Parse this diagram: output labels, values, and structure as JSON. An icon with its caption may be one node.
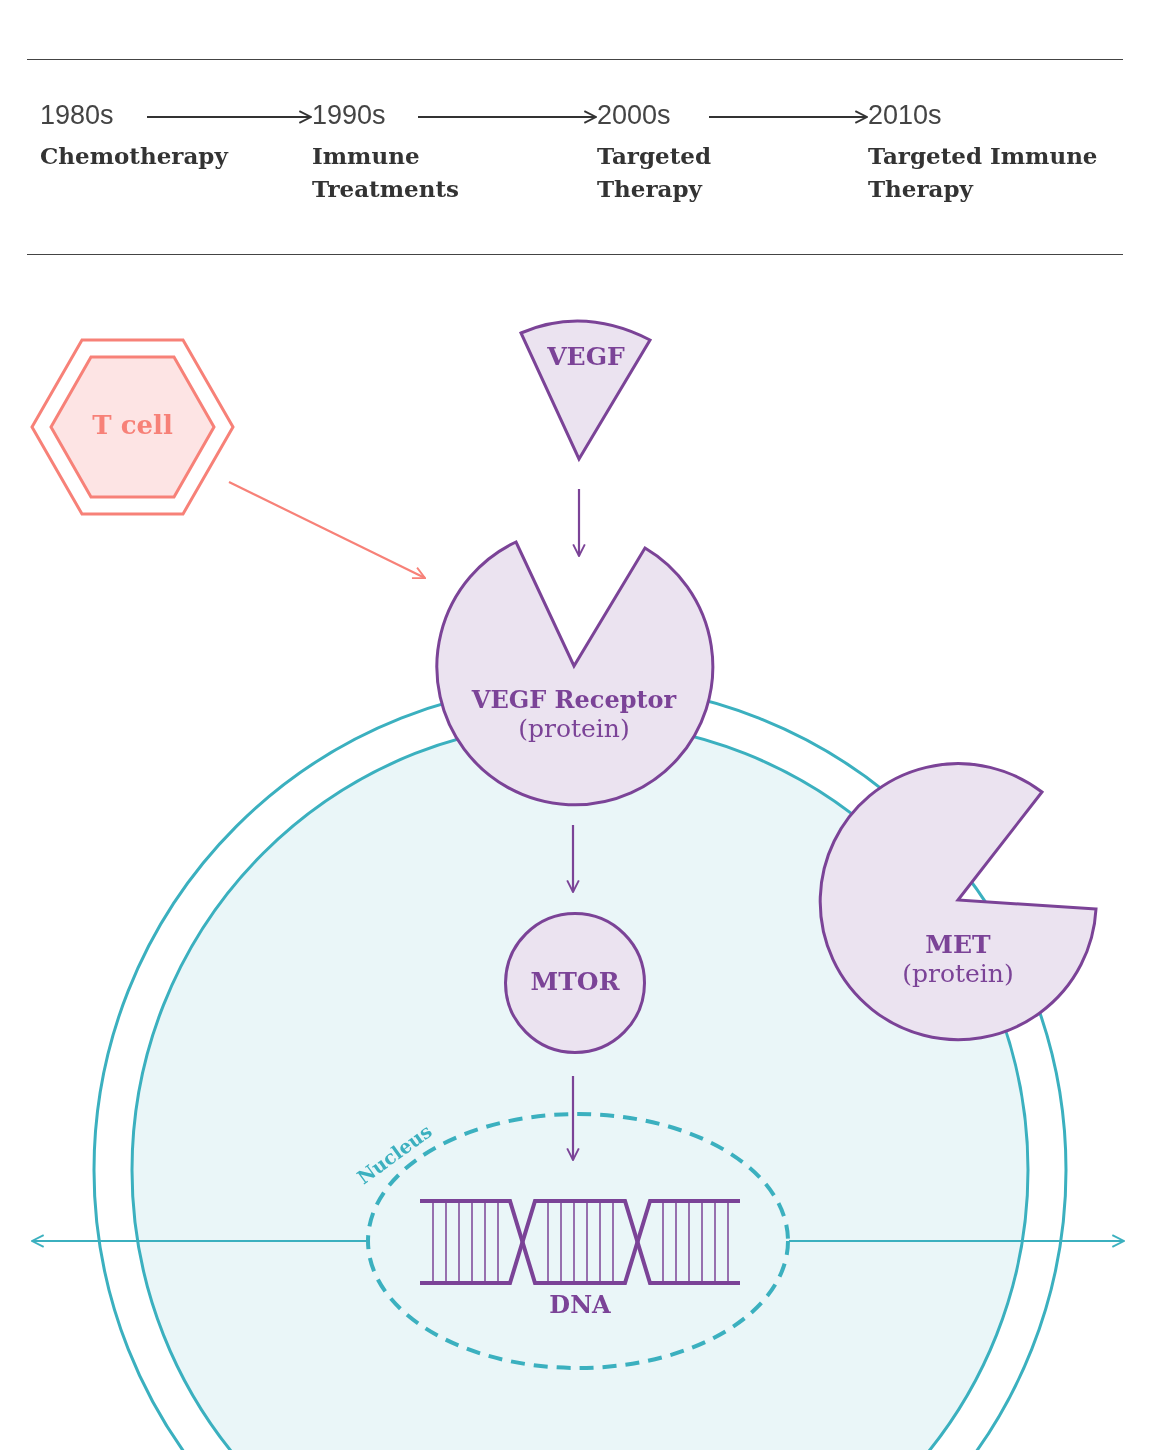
{
  "diagram": {
    "nodes": [
      {
        "text": [
          "1980s",
          "Chemotherapy"
        ]
      },
      {
        "text": [
          "1990s",
          "Immune Treatments"
        ]
      },
      {
        "text": [
          "2000s",
          "Targeted Therapy"
        ]
      },
      {
        "text": [
          "2010s",
          "Targeted Immune Therapy"
        ]
      },
      {
        "text": [
          "T cell"
        ]
      },
      {
        "text": [
          "VEGF"
        ]
      },
      {
        "text": [],
        "shape": "circle"
      },
      {
        "text": [
          "VEGF Receptor",
          "(protein)"
        ]
      },
      {
        "text": [
          "MET",
          "(protein)"
        ]
      },
      {
        "text": [
          "MTOR"
        ],
        "in": 6
      },
      {
        "text": [
          "Nucleus"
        ],
        "in": 6
      },
      {
        "text": [
          "DNA"
        ],
        "in": 10
      }
    ],
    "edges": [
      {
        "from": 0,
        "to": 1,
        "arrow": "to"
      },
      {
        "from": 1,
        "to": 2,
        "arrow": "to"
      },
      {
        "from": 2,
        "to": 3,
        "arrow": "to"
      },
      {
        "from": 4,
        "to": 7,
        "arrow": "to",
        "color": "#f78178"
      },
      {
        "from": 5,
        "to": 7,
        "arrow": "to",
        "color": "#7b4397"
      },
      {
        "from": 7,
        "to": 9,
        "arrow": "to",
        "color": "#7b4397"
      },
      {
        "from": 9,
        "to": 11,
        "arrow": "to",
        "color": "#7b4397"
      },
      {
        "from": 10,
        "to": null,
        "arrow": "to",
        "color": "#3bb0bf"
      },
      {
        "from": 10,
        "to": null,
        "arrow": "to",
        "color": "#3bb0bf"
      }
    ]
  }
}
